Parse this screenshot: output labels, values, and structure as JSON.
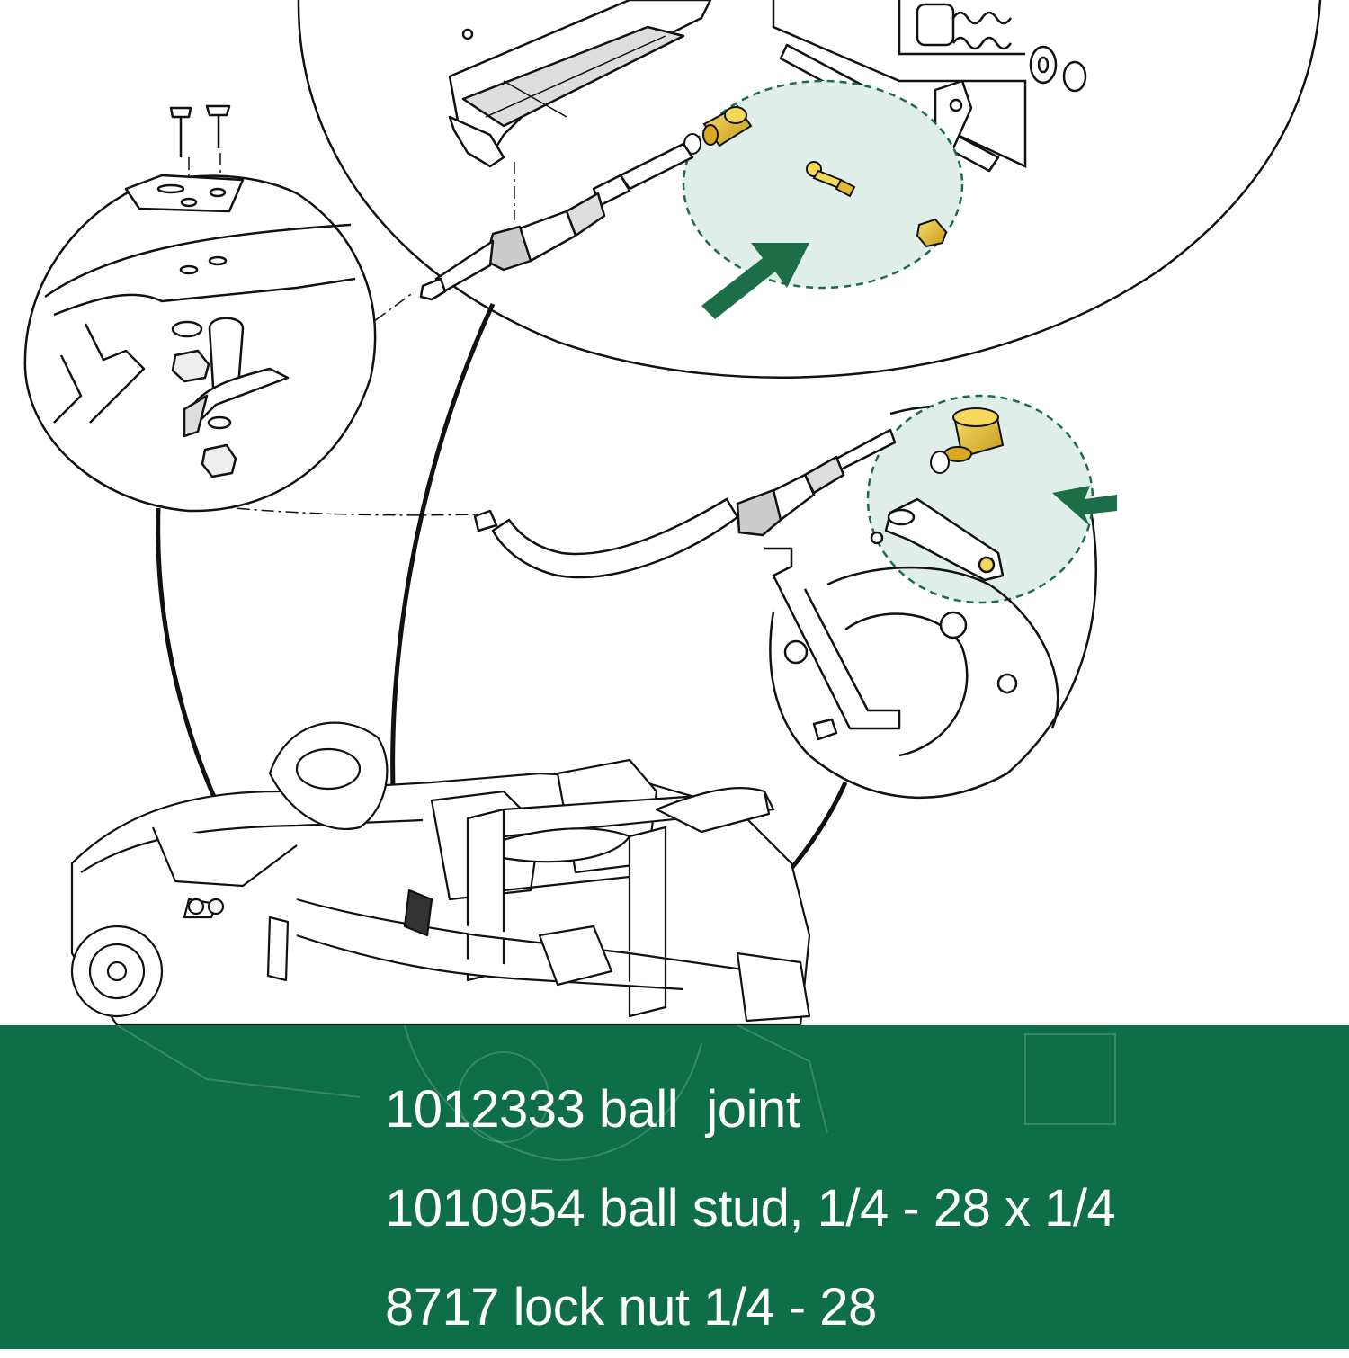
{
  "colors": {
    "band": "#0e6e47",
    "callout_fill": "#dfeee9",
    "callout_dash": "#1c6b4c",
    "arrow": "#1b6e48",
    "part_highlight": "#e8c22f",
    "line": "#111111",
    "label_text": "#ffffff"
  },
  "diagram": {
    "callouts": [
      {
        "name": "shifter-detail-callout",
        "icon": "magnified-circle"
      },
      {
        "name": "bracket-detail-callout",
        "icon": "magnified-circle"
      },
      {
        "name": "transaxle-detail-callout",
        "icon": "magnified-circle"
      }
    ],
    "highlighted_parts": [
      "ball-joint",
      "ball-stud",
      "lock-nut"
    ],
    "pointer_arrows": [
      "arrow-upper-right",
      "arrow-left"
    ]
  },
  "parts": [
    {
      "label": "1012333 ball  joint",
      "icon": "ball-joint-icon"
    },
    {
      "label": "1010954 ball stud, 1/4 - 28 x 1/4",
      "icon": "ball-stud-icon"
    },
    {
      "label": "8717 lock nut 1/4 - 28",
      "icon": "lock-nut-icon"
    }
  ]
}
